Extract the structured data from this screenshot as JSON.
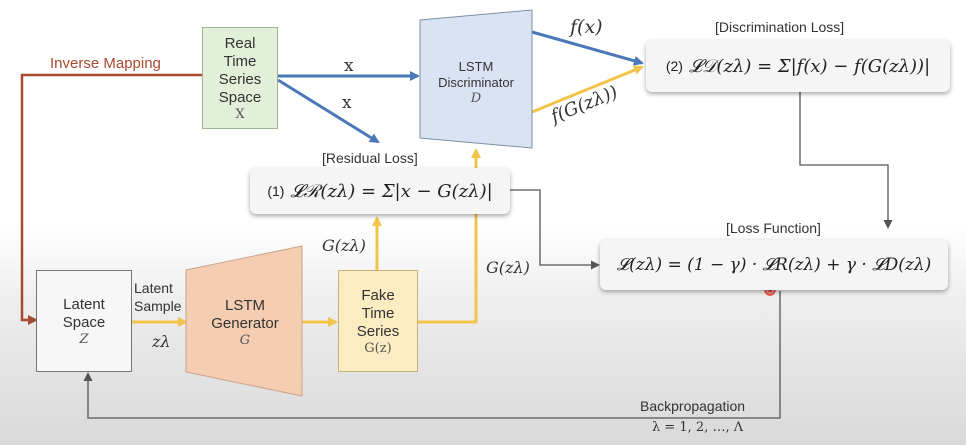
{
  "nodes": {
    "real_space": {
      "lines": [
        "Real",
        "Time",
        "Series",
        "Space"
      ],
      "symbol": "X"
    },
    "discriminator": {
      "lines": [
        "LSTM",
        "Discriminator"
      ],
      "symbol": "D"
    },
    "latent_space": {
      "lines": [
        "Latent",
        "Space"
      ],
      "symbol": "Z"
    },
    "generator": {
      "lines": [
        "LSTM",
        "Generator"
      ],
      "symbol": "G"
    },
    "fake_series": {
      "lines": [
        "Fake",
        "Time",
        "Series"
      ],
      "symbol": "G(z)"
    }
  },
  "labels": {
    "inverse_mapping": "Inverse Mapping",
    "x_top": "x",
    "x_mid": "x",
    "f_x": "f(x)",
    "f_gz": "f(G(zλ))",
    "latent_sample_1": "Latent",
    "latent_sample_2": "Sample",
    "z_lambda": "zλ",
    "g_z_left": "G(zλ)",
    "g_z_right": "G(zλ)",
    "backpropagation": "Backpropagation",
    "lambda_range": "λ = 1, 2, …, Λ"
  },
  "discrimination": {
    "title": "[Discrimination Loss]",
    "number": "(2)",
    "formula": "𝓛𝒟(zλ) = Σ|f(x) − f(G(zλ))|"
  },
  "residual": {
    "title": "[Residual Loss]",
    "number": "(1)",
    "formula": "𝓛ℛ(zλ) = Σ|x − G(zλ)|"
  },
  "loss_function": {
    "title": "[Loss Function]",
    "formula": "𝓛(zλ) = (1 − γ) · 𝓛R(zλ) + γ · 𝓛D(zλ)"
  },
  "colors": {
    "blue": "#4a78b8",
    "yellow": "#f2c54a",
    "brown": "#a84a2e",
    "gray": "#666666",
    "real_fill": "#e2efd9",
    "disc_fill": "#dae3f3",
    "gen_fill": "#f4cdb2",
    "fake_fill": "#fcecc1"
  }
}
